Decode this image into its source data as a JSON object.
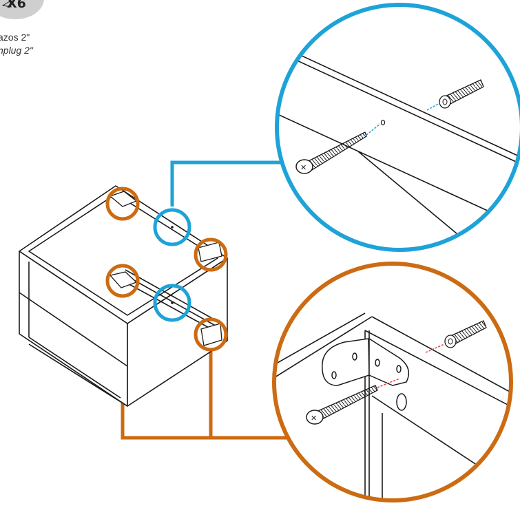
{
  "part": {
    "quantity": "X6",
    "name_es": "azos 2\"",
    "name_en": "nplug 2\""
  },
  "colors": {
    "detail_blue": "#1ea3d8",
    "detail_orange": "#cc6b12",
    "line": "#1a1a1a",
    "badge": "#cfcfcf"
  },
  "icons": [
    "anchor-plug-icon",
    "screw-icon",
    "corner-bracket-icon"
  ]
}
